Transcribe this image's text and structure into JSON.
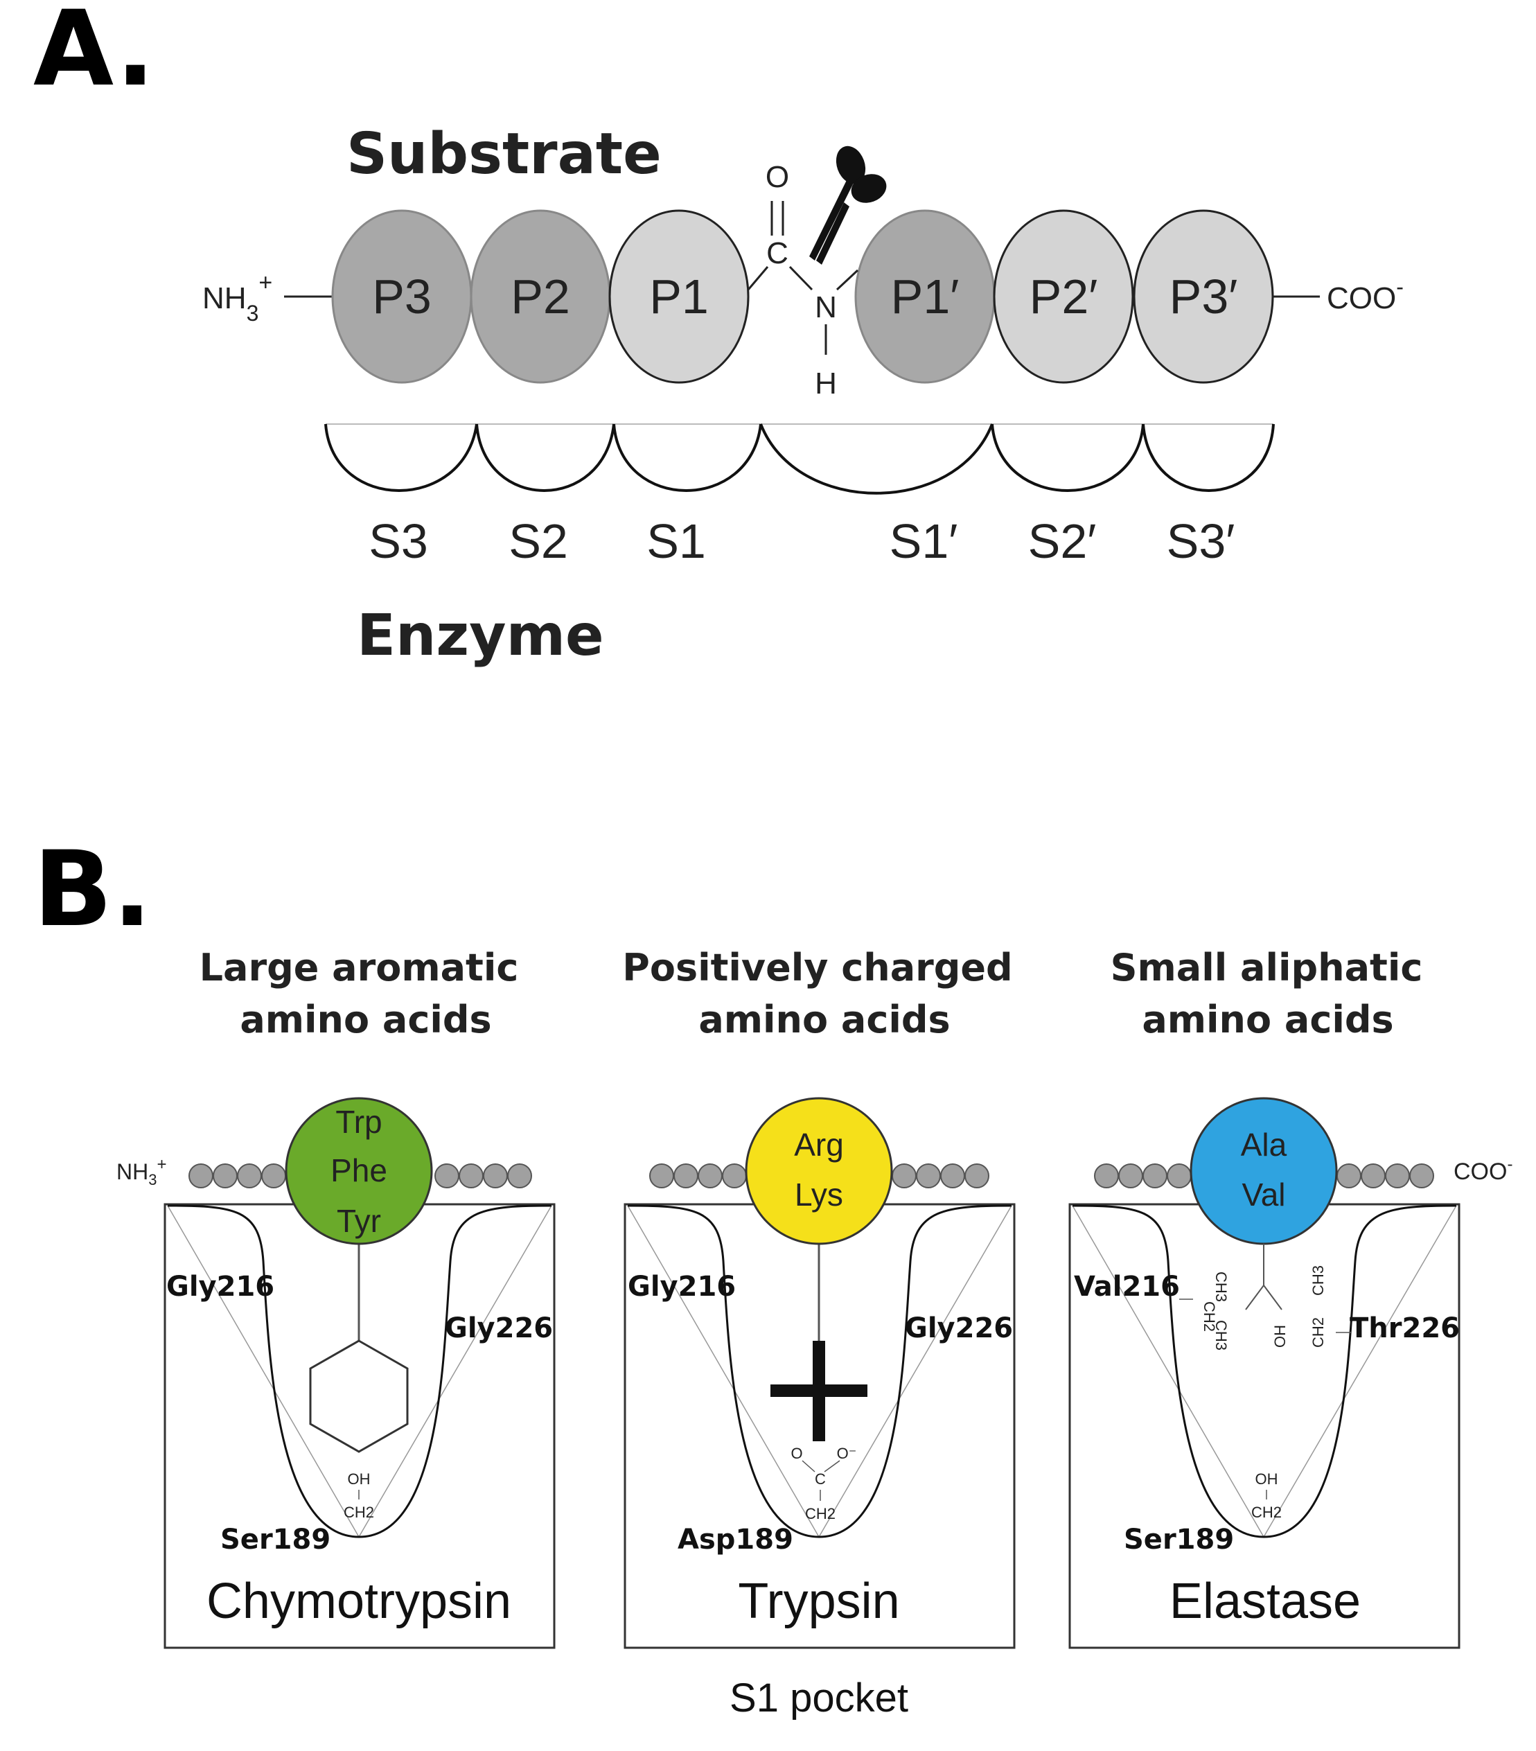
{
  "panel_a": {
    "letter": "A.",
    "substrate_label": "Substrate",
    "enzyme_label": "Enzyme",
    "n_terminus": {
      "main": "NH",
      "sub": "3",
      "sup": "+"
    },
    "c_terminus": {
      "main": "COO",
      "sup": "-"
    },
    "residues": [
      {
        "label": "P3",
        "fill": "#a8a8a8"
      },
      {
        "label": "P2",
        "fill": "#a8a8a8"
      },
      {
        "label": "P1",
        "fill": "#d4d4d4"
      },
      {
        "label": "P1′",
        "fill": "#a8a8a8"
      },
      {
        "label": "P2′",
        "fill": "#d4d4d4"
      },
      {
        "label": "P3′",
        "fill": "#d4d4d4"
      }
    ],
    "subsites": [
      "S3",
      "S2",
      "S1",
      "S1′",
      "S2′",
      "S3′"
    ],
    "bond_atoms": {
      "O": "O",
      "C": "C",
      "N": "N",
      "H": "H"
    },
    "scissors_icon": "scissors-icon"
  },
  "panel_b": {
    "letter": "B.",
    "n_terminus": {
      "main": "NH",
      "sub": "3",
      "sup": "+"
    },
    "c_terminus": {
      "main": "COO",
      "sup": "-"
    },
    "footer_label": "S1 pocket",
    "pockets": [
      {
        "heading_line1": "Large aromatic",
        "heading_line2": "amino acids",
        "residue_lines": [
          "Trp",
          "Phe",
          "Tyr"
        ],
        "residue_color": "#6aaa2a",
        "left_residue": "Gly216",
        "right_residue": "Gly226",
        "bottom_residue": "Ser189",
        "bottom_group_top": "OH",
        "bottom_group_bottom": "CH2",
        "enzyme": "Chymotrypsin"
      },
      {
        "heading_line1": "Positively charged",
        "heading_line2": "amino acids",
        "residue_lines": [
          "Arg",
          "Lys"
        ],
        "residue_color": "#f5e01a",
        "left_residue": "Gly216",
        "right_residue": "Gly226",
        "bottom_residue": "Asp189",
        "bottom_group_o1": "O",
        "bottom_group_o2": "O⁻",
        "bottom_group_c": "C",
        "bottom_group_bottom": "CH2",
        "enzyme": "Trypsin"
      },
      {
        "heading_line1": "Small aliphatic",
        "heading_line2": "amino acids",
        "residue_lines": [
          "Ala",
          "Val"
        ],
        "residue_color": "#2fa3e0",
        "left_residue": "Val216",
        "right_residue": "Thr226",
        "bottom_residue": "Ser189",
        "bottom_group_top": "OH",
        "bottom_group_bottom": "CH2",
        "left_chain": [
          "CH3",
          "CH2",
          "CH3"
        ],
        "right_chain": [
          "OH",
          "CH2",
          "CH3"
        ],
        "enzyme": "Elastase"
      }
    ]
  }
}
